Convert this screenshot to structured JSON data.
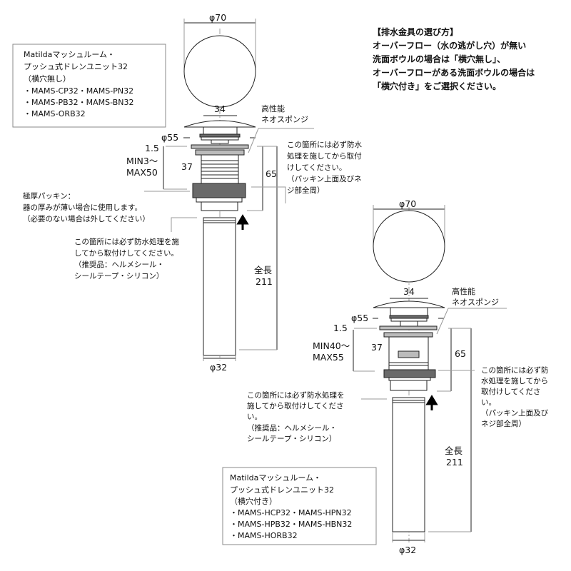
{
  "guide": {
    "title": "【排水金具の選び方】",
    "lines": [
      "オーバーフロー（水の逃がし穴）が無い",
      "洗面ボウルの場合は「横穴無し」、",
      "オーバーフローがある洗面ボウルの場合は",
      "「横穴付き」をご選択ください。"
    ]
  },
  "left_unit": {
    "box": [
      "Matildaマッシュルーム・",
      "プッシュ式ドレンユニット32",
      "（横穴無し）",
      "・MAMS-CP32・MAMS-PN32",
      "・MAMS-PB32・MAMS-BN32",
      "・MAMS-ORB32"
    ],
    "dims": {
      "cap": "φ70",
      "stem": "34",
      "flange": "φ55",
      "plate": "1.5",
      "range1": "MIN3〜",
      "range2": "MAX50",
      "body": "37",
      "h65": "65",
      "total1": "全長",
      "total2": "211",
      "tube": "φ32"
    },
    "sponge": [
      "高性能",
      "ネオスポンジ"
    ],
    "note_seal": [
      "この箇所には必ず防水",
      "処理を施してから取付",
      "けしてください。",
      "（パッキン上面及びネ",
      "ジ部全周）"
    ],
    "packing": [
      "極厚パッキン：",
      "器の厚みが薄い場合に使用します。",
      "（必要のない場合は外してください）"
    ],
    "note_tube": [
      "この箇所には必ず防水処理を施",
      "してから取付けしてください。",
      "（推奨品：ヘルメシール・",
      "シールテープ・シリコン）"
    ]
  },
  "right_unit": {
    "box": [
      "Matildaマッシュルーム・",
      "プッシュ式ドレンユニット32",
      "（横穴付き）",
      "・MAMS-HCP32・MAMS-HPN32",
      "・MAMS-HPB32・MAMS-HBN32",
      "・MAMS-HORB32"
    ],
    "dims": {
      "cap": "φ70",
      "stem": "34",
      "flange": "φ55",
      "plate": "1.5",
      "range1": "MIN40〜",
      "range2": "MAX55",
      "body": "37",
      "h65": "65",
      "total1": "全長",
      "total2": "211",
      "tube": "φ32"
    },
    "sponge": [
      "高性能",
      "ネオスポンジ"
    ],
    "note_seal": [
      "この箇所には必ず防",
      "水処理を施してから",
      "取付けしてくださ",
      "い。",
      "（パッキン上面及び",
      "ネジ部全周）"
    ],
    "note_tube": [
      "この箇所には必ず防水処理を",
      "施してから取付けしてくださ",
      "い。",
      "（推奨品：ヘルメシール・",
      "シールテープ・シリコン）"
    ]
  }
}
